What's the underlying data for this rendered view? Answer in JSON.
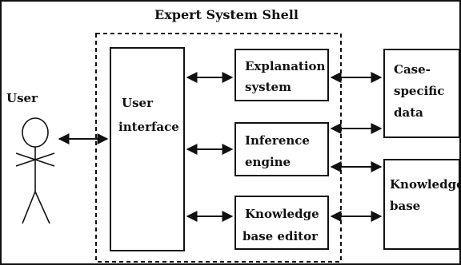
{
  "title": "Expert System Shell",
  "user": "User",
  "user_interface": [
    "User",
    "interface"
  ],
  "explanation_system": [
    "Explanation",
    "system"
  ],
  "inference_engine": [
    "Inference",
    "engine"
  ],
  "kb_editor": [
    "Knowledge",
    "base editor"
  ],
  "case_data": [
    "Case-",
    "specific",
    "data"
  ],
  "knowledge_base": [
    "Knowledge",
    "base"
  ],
  "colors": {
    "line": "#111111",
    "background": "#ffffff"
  }
}
